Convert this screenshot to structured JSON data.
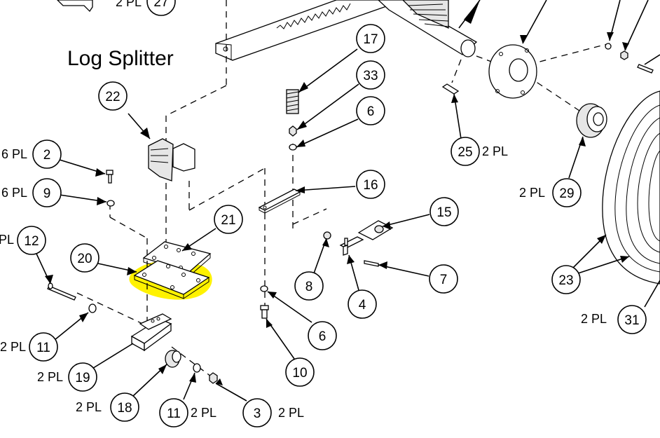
{
  "title": "Log Splitter",
  "colors": {
    "highlight": "#FFF200",
    "line": "#000000",
    "background": "#FFFFFF"
  },
  "callouts": [
    {
      "id": "c27",
      "number": "27",
      "qty": "2 PL"
    },
    {
      "id": "c22",
      "number": "22",
      "qty": ""
    },
    {
      "id": "c2",
      "number": "2",
      "qty": "6 PL"
    },
    {
      "id": "c9",
      "number": "9",
      "qty": "6 PL"
    },
    {
      "id": "c12",
      "number": "12",
      "qty": "PL"
    },
    {
      "id": "c20",
      "number": "20",
      "qty": ""
    },
    {
      "id": "c21",
      "number": "21",
      "qty": ""
    },
    {
      "id": "c11a",
      "number": "11",
      "qty": "2 PL"
    },
    {
      "id": "c19",
      "number": "19",
      "qty": "2 PL"
    },
    {
      "id": "c18",
      "number": "18",
      "qty": "2 PL"
    },
    {
      "id": "c11b",
      "number": "11",
      "qty": "2 PL"
    },
    {
      "id": "c3",
      "number": "3",
      "qty": "2 PL"
    },
    {
      "id": "c17",
      "number": "17",
      "qty": ""
    },
    {
      "id": "c33",
      "number": "33",
      "qty": ""
    },
    {
      "id": "c6a",
      "number": "6",
      "qty": ""
    },
    {
      "id": "c16",
      "number": "16",
      "qty": ""
    },
    {
      "id": "c15",
      "number": "15",
      "qty": ""
    },
    {
      "id": "c8",
      "number": "8",
      "qty": ""
    },
    {
      "id": "c4",
      "number": "4",
      "qty": ""
    },
    {
      "id": "c7",
      "number": "7",
      "qty": ""
    },
    {
      "id": "c6b",
      "number": "6",
      "qty": ""
    },
    {
      "id": "c10",
      "number": "10",
      "qty": ""
    },
    {
      "id": "c25",
      "number": "25",
      "qty": "2 PL"
    },
    {
      "id": "c29",
      "number": "29",
      "qty": "2 PL"
    },
    {
      "id": "c23",
      "number": "23",
      "qty": ""
    },
    {
      "id": "c31",
      "number": "31",
      "qty": "2 PL"
    }
  ]
}
